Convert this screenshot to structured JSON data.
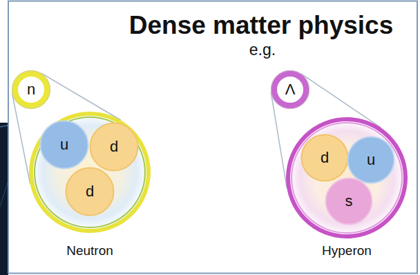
{
  "diagram": {
    "title": "Dense matter physics",
    "nodes": [
      {
        "text": [
          "n"
        ]
      },
      {
        "text": [
          "Neutron"
        ]
      },
      {
        "text": [
          "u"
        ],
        "in": 1
      },
      {
        "text": [
          "d"
        ],
        "in": 1
      },
      {
        "text": [
          "d"
        ],
        "in": 1
      },
      {
        "text": [
          "Λ"
        ]
      },
      {
        "text": [
          "Hyperon"
        ]
      },
      {
        "text": [
          "d"
        ],
        "in": 6
      },
      {
        "text": [
          "u"
        ],
        "in": 6
      },
      {
        "text": [
          "s"
        ],
        "in": 6
      }
    ],
    "edges": [
      {
        "from": 0,
        "to": 1,
        "arrow": "none"
      },
      {
        "from": 5,
        "to": 6,
        "arrow": "none"
      }
    ],
    "labels": [
      "e.g."
    ]
  }
}
